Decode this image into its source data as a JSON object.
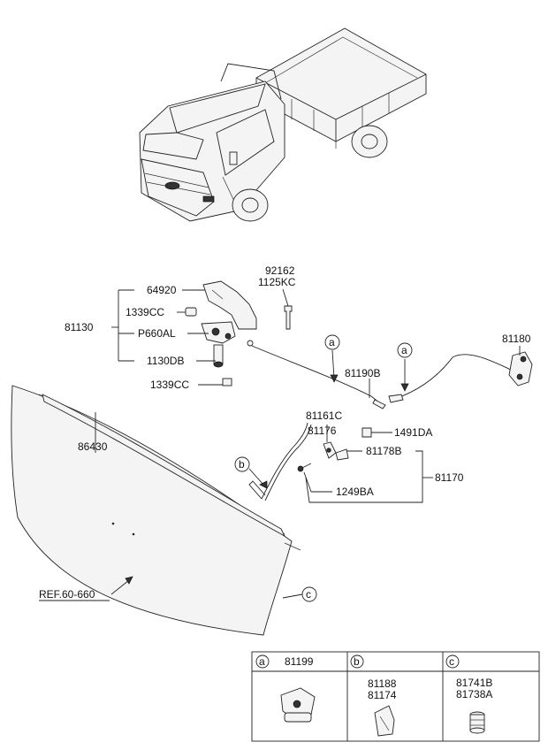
{
  "callouts": {
    "p64920": "64920",
    "p1339cc_top": "1339CC",
    "p81130": "81130",
    "p660al": "P660AL",
    "p1130db": "1130DB",
    "p1339cc_bottom": "1339CC",
    "p92162": "92162",
    "p1125kc": "1125KC",
    "p81180": "81180",
    "p81190b": "81190B",
    "p86430": "86430",
    "p81161c": "81161C",
    "p81176": "81176",
    "p1491da": "1491DA",
    "p81178b": "81178B",
    "p81170": "81170",
    "p1249ba": "1249BA",
    "ref": "REF.60-660"
  },
  "markers": {
    "a": "a",
    "b": "b",
    "c": "c"
  },
  "legend": {
    "cells": [
      {
        "key": "a",
        "parts": [
          "81199"
        ]
      },
      {
        "key": "b",
        "parts": [
          "81188",
          "81174"
        ]
      },
      {
        "key": "c",
        "parts": [
          "81741B",
          "81738A"
        ]
      }
    ]
  }
}
